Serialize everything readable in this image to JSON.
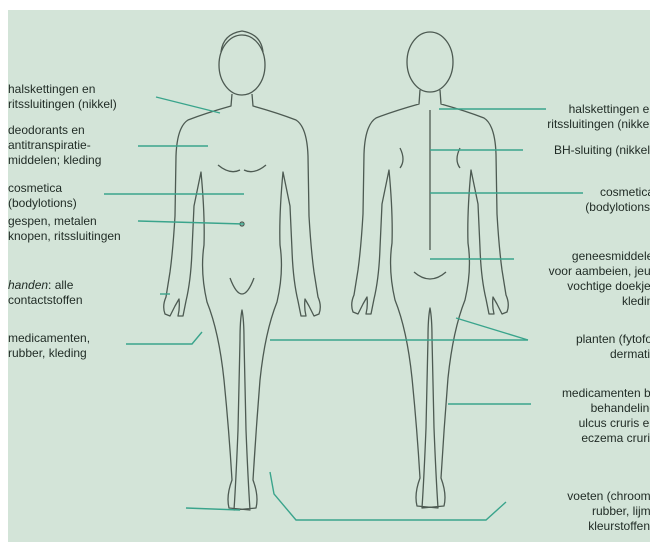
{
  "colors": {
    "background": "#d3e4d8",
    "outline": "#4d5a52",
    "leader": "#3aa48c",
    "text": "#1f2a24"
  },
  "front_labels": [
    {
      "id": "necklaces",
      "text": "halskettingen en\nritssluitingen (nikkel)"
    },
    {
      "id": "deodorants",
      "text": "deodorants en\nantitranspiratie-\nmiddelen; kleding"
    },
    {
      "id": "cosmetics",
      "text": "cosmetica\n(bodylotions)"
    },
    {
      "id": "buckles",
      "text": "gespen, metalen\nknopen, ritssluitingen"
    },
    {
      "id": "hands",
      "italic": "handen",
      "text": ": alle\ncontactstoffen"
    },
    {
      "id": "medicines",
      "text": "medicamenten,\nrubber, kleding"
    }
  ],
  "back_labels": [
    {
      "id": "necklaces",
      "text": "halskettingen en\nritssluitingen (nikkel)"
    },
    {
      "id": "bra",
      "text": "BH-sluiting (nikkel)"
    },
    {
      "id": "cosmetics",
      "text": "cosmetica\n(bodylotions)"
    },
    {
      "id": "hemorrhoids",
      "text": "geneesmiddelen\nvoor aambeien, jeuk;\nvochtige doekjes;\nkleding"
    },
    {
      "id": "plants",
      "text": "planten (fytofoto-\ndermatitis)"
    },
    {
      "id": "ulcus",
      "text": "medicamenten bij\nbehandeling\nulcus cruris en\neczema cruris"
    },
    {
      "id": "feet",
      "text": "voeten (chroom,\nrubber, lijm,\nkleurstoffen)"
    }
  ]
}
